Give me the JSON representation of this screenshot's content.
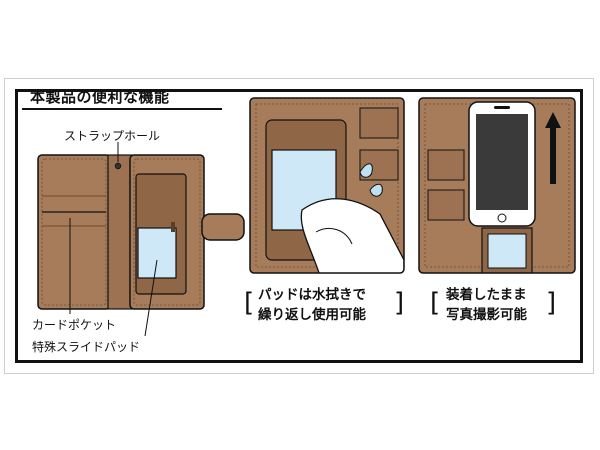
{
  "heading": "本製品の便利な機能",
  "labels": {
    "strap_hole": "ストラップホール",
    "card_pocket": "カードポケット",
    "slide_pad": "特殊スライドパッド"
  },
  "captions": {
    "washable_line1": "パッドは水拭きで",
    "washable_line2": "繰り返し使用可能",
    "photo_line1": "装着したまま",
    "photo_line2": "写真撮影可能"
  },
  "colors": {
    "case_brown": "#a67c5b",
    "stitch": "#6b4a32",
    "pad_blue": "#cfe8f7",
    "outline": "#111111"
  }
}
